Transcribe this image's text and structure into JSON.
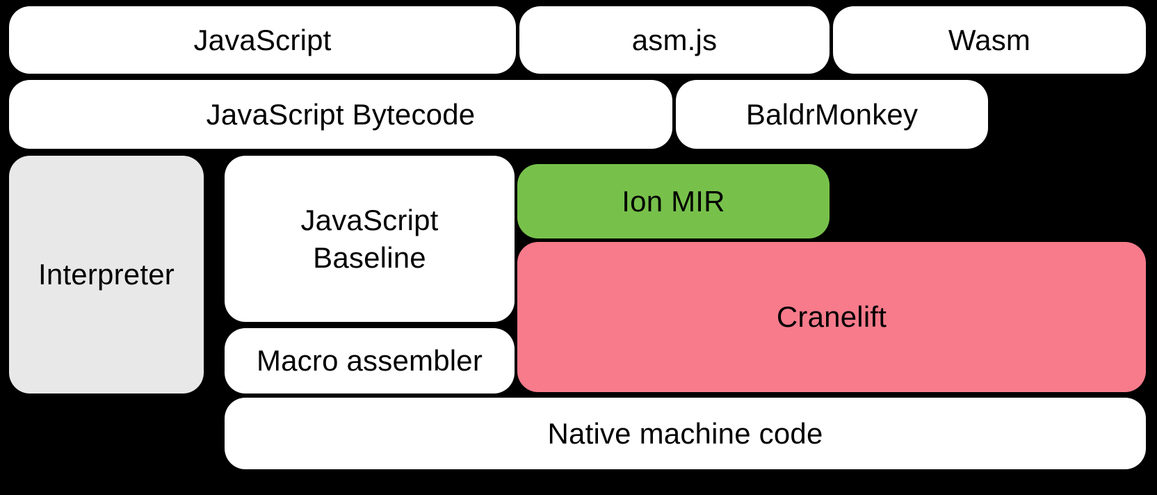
{
  "diagram": {
    "background": "#000000",
    "text_color": "#000000",
    "colors": {
      "white": "#ffffff",
      "gray": "#e8e8e8",
      "green": "#77c14b",
      "pink": "#f77b8b"
    },
    "nodes": {
      "javascript": {
        "label": "JavaScript",
        "fill": "#ffffff"
      },
      "asmjs": {
        "label": "asm.js",
        "fill": "#ffffff"
      },
      "wasm": {
        "label": "Wasm",
        "fill": "#ffffff"
      },
      "javascript_bytecode": {
        "label": "JavaScript Bytecode",
        "fill": "#ffffff"
      },
      "baldrmonkey": {
        "label": "BaldrMonkey",
        "fill": "#ffffff"
      },
      "interpreter": {
        "label": "Interpreter",
        "fill": "#e8e8e8"
      },
      "javascript_baseline": {
        "label": "JavaScript Baseline",
        "fill": "#ffffff"
      },
      "ion_mir": {
        "label": "Ion MIR",
        "fill": "#77c14b"
      },
      "cranelift": {
        "label": "Cranelift",
        "fill": "#f77b8b"
      },
      "macro_assembler": {
        "label": "Macro assembler",
        "fill": "#ffffff"
      },
      "native_machine_code": {
        "label": "Native machine code",
        "fill": "#ffffff"
      }
    }
  }
}
